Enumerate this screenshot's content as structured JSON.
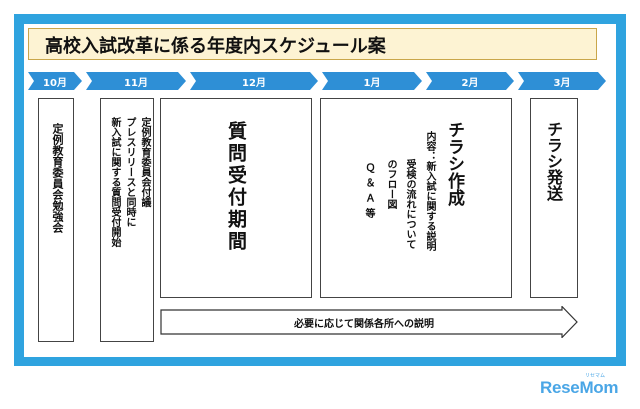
{
  "title": "高校入試改革に係る年度内スケジュール案",
  "months": [
    "10月",
    "11月",
    "12月",
    "1月",
    "2月",
    "3月"
  ],
  "boxes": {
    "oct": "定例教育委員会勉強会",
    "nov_col1": "定例教育委員会付議",
    "nov_col2": "プレスリリースと同時に",
    "nov_col3": "新入試に関する質問受付開始",
    "dec": "質問受付期間",
    "flyer_heading": "チラシ作成",
    "flyer_line1": "内容：新入試に関する説明",
    "flyer_line2": "受検の流れについて",
    "flyer_line3": "のフロー図",
    "flyer_line4": "Ｑ＆Ａ等",
    "mar": "チラシ発送"
  },
  "arrow_label": "必要に応じて関係各所への説明",
  "logo": {
    "text": "ReseMom",
    "tag": "リセマム"
  },
  "colors": {
    "frame": "#2fa3df",
    "month": "#2e8fd6",
    "title_bg": "#fdf3d3"
  }
}
